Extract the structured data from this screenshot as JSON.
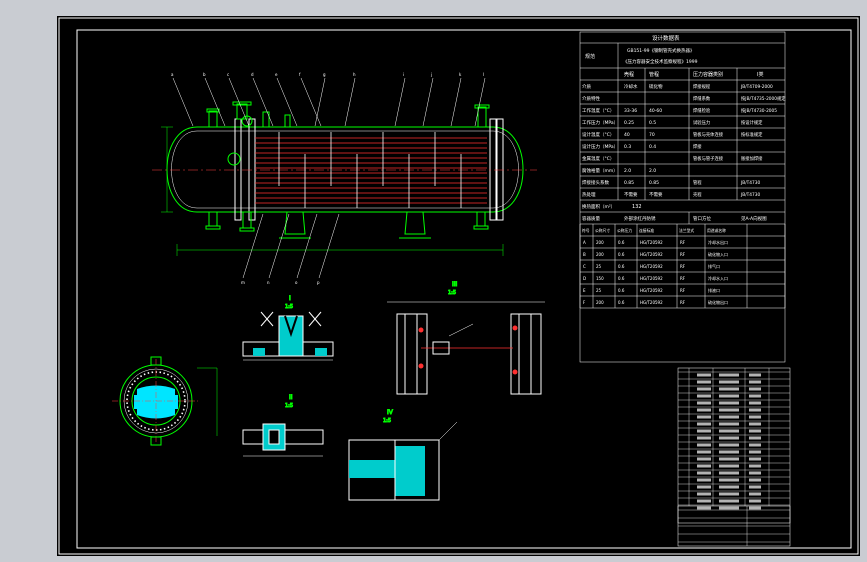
{
  "drawing": {
    "table_title": "设计数据表",
    "spec_label": "规范",
    "spec_line1": "GB151-99《钢制管壳式换热器》",
    "spec_line2": "《压力容器安全技术监察规程》1999",
    "col_shell": "壳程",
    "col_tube": "管程",
    "col_vessel_class": "压力容器类别",
    "vessel_class_value": "I类",
    "rows": [
      {
        "label": "介质",
        "shell": "冷却水",
        "tube": "硫化物",
        "k": "焊接规程",
        "v": "JB/T4709-2000"
      },
      {
        "label": "介质特性",
        "shell": "",
        "tube": "",
        "k": "焊缝系数",
        "v": "按JB/T4735-2000规定"
      },
      {
        "label": "工作温度（°C）",
        "shell": "33-36",
        "tube": "40-60",
        "k": "焊缝检验",
        "v": "按JB/T4730-2005"
      },
      {
        "label": "工作压力（MPa）",
        "shell": "0.25",
        "tube": "0.5",
        "k": "试验压力",
        "v": "按设计规定"
      },
      {
        "label": "设计温度（°C）",
        "shell": "40",
        "tube": "70",
        "k": "管板与壳体连接",
        "v": "按标准规定"
      },
      {
        "label": "设计压力（MPa）",
        "shell": "0.3",
        "tube": "0.4",
        "k": "焊接",
        "v": ""
      },
      {
        "label": "金属温度（°C）",
        "shell": "",
        "tube": "",
        "k": "管板与管子连接",
        "v": "胀接加焊接"
      },
      {
        "label": "腐蚀裕量（mm）",
        "shell": "2.0",
        "tube": "2.0",
        "k": "",
        "v": ""
      },
      {
        "label": "焊接接头系数",
        "shell": "0.85",
        "tube": "0.85",
        "k": "管程",
        "v": "JB/T4730"
      },
      {
        "label": "热处理",
        "shell": "不需要",
        "tube": "不需要",
        "k": "壳程",
        "v": "JB/T4730"
      }
    ],
    "area_label": "换热面积（m²）",
    "area_value": "132",
    "mass_label": "容器质量",
    "mass_value": "外部涂红丹防锈",
    "nozzle_orientation": "管口方位",
    "nozzle_orientation_value": "见A-A向视图",
    "nozzle_headers": [
      "符号",
      "公称尺寸",
      "公称压力",
      "连接标准",
      "法兰型式",
      "用途或名称"
    ],
    "nozzles": [
      {
        "sym": "A",
        "dn": "200",
        "pn": "0.6",
        "std": "HG/T20592",
        "face": "RF",
        "use": "冷却水出口"
      },
      {
        "sym": "B",
        "dn": "200",
        "pn": "0.6",
        "std": "HG/T20592",
        "face": "RF",
        "use": "硫化物入口"
      },
      {
        "sym": "C",
        "dn": "25",
        "pn": "0.6",
        "std": "HG/T20592",
        "face": "RF",
        "use": "排气口"
      },
      {
        "sym": "D",
        "dn": "150",
        "pn": "0.6",
        "std": "HG/T20592",
        "face": "RF",
        "use": "冷却水入口"
      },
      {
        "sym": "E",
        "dn": "25",
        "pn": "0.6",
        "std": "HG/T20592",
        "face": "RF",
        "use": "排液口"
      },
      {
        "sym": "F",
        "dn": "200",
        "pn": "0.6",
        "std": "HG/T20592",
        "face": "RF",
        "use": "硫化物出口"
      }
    ],
    "section_labels": [
      "I",
      "II",
      "III",
      "IV"
    ],
    "scale_text": "1:5",
    "part_letters": [
      "a",
      "b",
      "c",
      "d",
      "e",
      "f",
      "g",
      "h",
      "i",
      "j",
      "k",
      "l",
      "m",
      "n",
      "o",
      "p"
    ]
  }
}
